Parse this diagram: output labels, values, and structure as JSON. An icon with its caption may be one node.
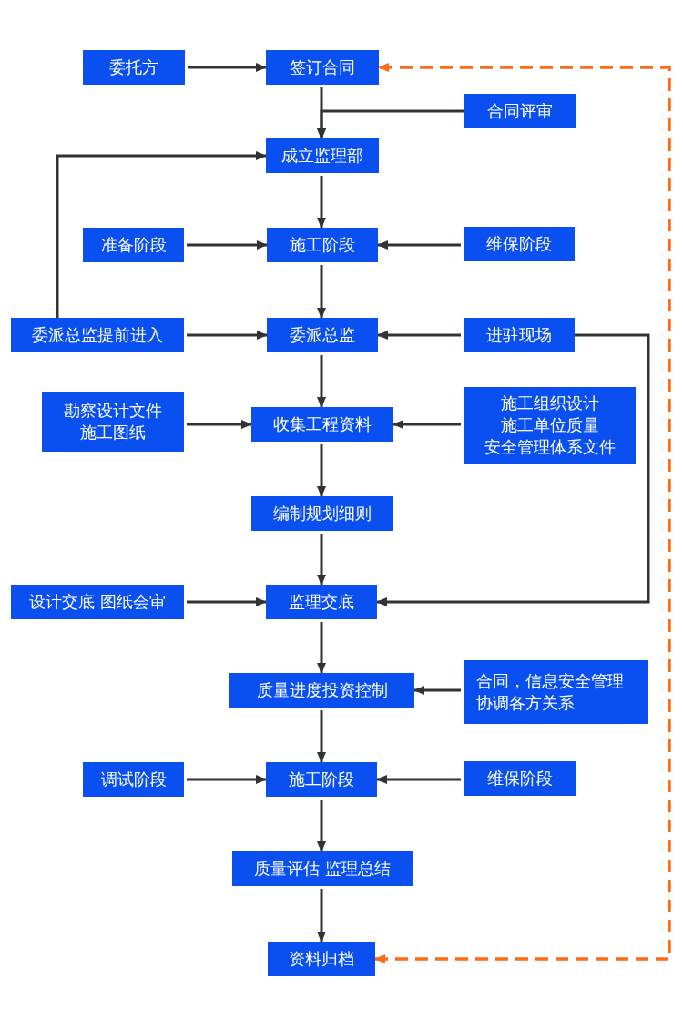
{
  "diagram": {
    "nodes": [
      {
        "text": [
          "委托方"
        ]
      },
      {
        "text": [
          "签订合同"
        ]
      },
      {
        "text": [
          "合同评审"
        ]
      },
      {
        "text": [
          "成立监理部"
        ]
      },
      {
        "text": [
          "准备阶段"
        ]
      },
      {
        "text": [
          "施工阶段"
        ]
      },
      {
        "text": [
          "维保阶段"
        ]
      },
      {
        "text": [
          "委派总监提前进入"
        ]
      },
      {
        "text": [
          "委派总监"
        ]
      },
      {
        "text": [
          "进驻现场"
        ]
      },
      {
        "text": [
          "勘察设计文件",
          "施工图纸"
        ]
      },
      {
        "text": [
          "收集工程资料"
        ]
      },
      {
        "text": [
          "施工组织设计",
          "施工单位质量",
          "安全管理体系文件"
        ]
      },
      {
        "text": [
          "编制规划细则"
        ]
      },
      {
        "text": [
          "设计交底 图纸会审"
        ]
      },
      {
        "text": [
          "监理交底"
        ]
      },
      {
        "text": [
          "质量进度投资控制"
        ]
      },
      {
        "text": [
          "合同，信息安全管理协调各方关系"
        ]
      },
      {
        "text": [
          "调试阶段"
        ]
      },
      {
        "text": [
          "施工阶段"
        ]
      },
      {
        "text": [
          "维保阶段"
        ]
      },
      {
        "text": [
          "质量评估 监理总结"
        ]
      },
      {
        "text": [
          "资料归档"
        ]
      }
    ],
    "edges": [
      {
        "from": 0,
        "to": 1,
        "arrow": "to"
      },
      {
        "from": 1,
        "to": 3,
        "arrow": "to"
      },
      {
        "from": 2,
        "to": 3,
        "arrow": "to"
      },
      {
        "from": 3,
        "to": 5,
        "arrow": "to"
      },
      {
        "from": 4,
        "to": 5,
        "arrow": "to"
      },
      {
        "from": 6,
        "to": 5,
        "arrow": "to"
      },
      {
        "from": 5,
        "to": 8,
        "arrow": "to"
      },
      {
        "from": 7,
        "to": 3,
        "arrow": "to"
      },
      {
        "from": 7,
        "to": 8,
        "arrow": "to"
      },
      {
        "from": 9,
        "to": 8,
        "arrow": "to"
      },
      {
        "from": 9,
        "to": 15,
        "arrow": "to"
      },
      {
        "from": 8,
        "to": 11,
        "arrow": "to"
      },
      {
        "from": 10,
        "to": 11,
        "arrow": "to"
      },
      {
        "from": 12,
        "to": 11,
        "arrow": "to"
      },
      {
        "from": 11,
        "to": 13,
        "arrow": "to"
      },
      {
        "from": 13,
        "to": 15,
        "arrow": "to"
      },
      {
        "from": 14,
        "to": 15,
        "arrow": "to"
      },
      {
        "from": 15,
        "to": 16,
        "arrow": "to"
      },
      {
        "from": 17,
        "to": 16,
        "arrow": "to"
      },
      {
        "from": 16,
        "to": 19,
        "arrow": "to"
      },
      {
        "from": 18,
        "to": 19,
        "arrow": "to"
      },
      {
        "from": 20,
        "to": 19,
        "arrow": "to"
      },
      {
        "from": 19,
        "to": 21,
        "arrow": "to"
      },
      {
        "from": 21,
        "to": 22,
        "arrow": "to"
      },
      {
        "from": 22,
        "to": 1,
        "arrow": "both",
        "style": "dashed",
        "color": "#ff6a13"
      }
    ]
  }
}
